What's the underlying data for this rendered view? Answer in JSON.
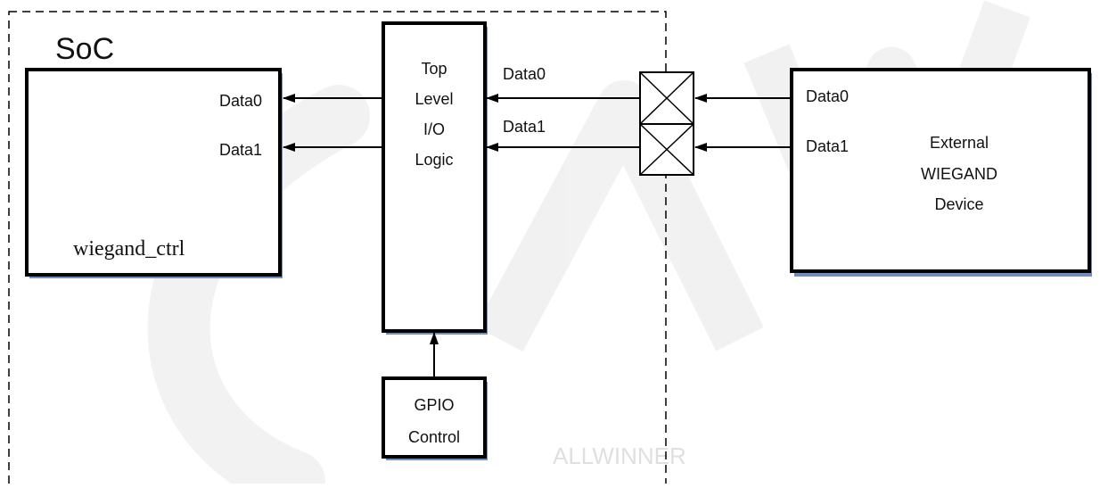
{
  "diagram": {
    "watermark": "ALLWINNER",
    "soc_label": "SoC",
    "wiegand_ctrl": {
      "name": "wiegand_ctrl",
      "port0": "Data0",
      "port1": "Data1"
    },
    "io_logic": {
      "line1": "Top",
      "line2": "Level",
      "line3": "I/O",
      "line4": "Logic"
    },
    "gpio": {
      "line1": "GPIO",
      "line2": "Control"
    },
    "bus_labels": {
      "data0": "Data0",
      "data1": "Data1"
    },
    "external": {
      "port0": "Data0",
      "port1": "Data1",
      "line1": "External",
      "line2": "WIEGAND",
      "line3": "Device"
    }
  }
}
